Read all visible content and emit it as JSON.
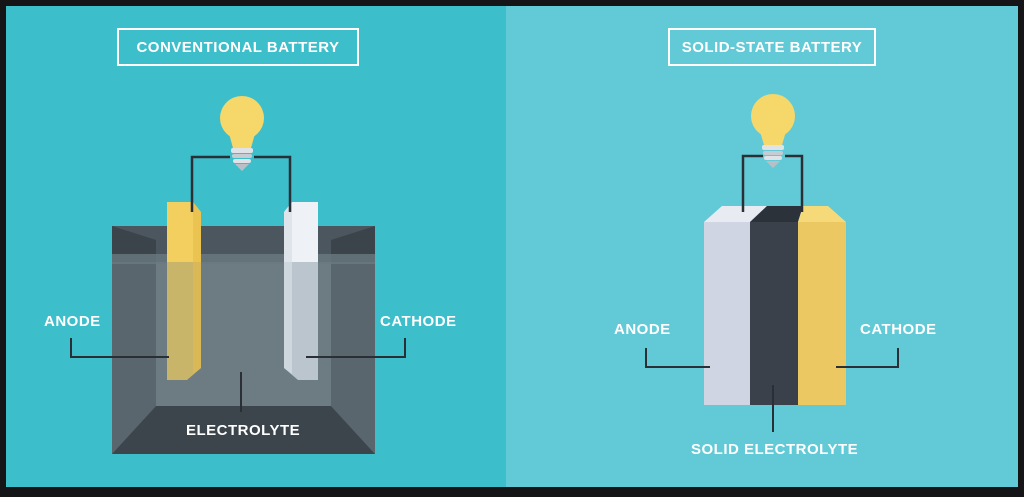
{
  "conventional": {
    "title": "CONVENTIONAL BATTERY",
    "anode_label": "ANODE",
    "cathode_label": "CATHODE",
    "electrolyte_label": "ELECTROLYTE"
  },
  "solid_state": {
    "title": "SOLID-STATE BATTERY",
    "anode_label": "ANODE",
    "cathode_label": "CATHODE",
    "electrolyte_label": "SOLID ELECTROLYTE"
  },
  "colors": {
    "left_background": "#3dbecb",
    "right_background": "#62cad6",
    "anode_conventional": "#f2cf5e",
    "cathode_conventional": "#e9edf3",
    "solid_anode": "#cfd5e2",
    "solid_electrolyte": "#3a414b",
    "solid_cathode": "#ecc862",
    "bulb": "#f6d76a",
    "wire": "#2a2f36"
  }
}
